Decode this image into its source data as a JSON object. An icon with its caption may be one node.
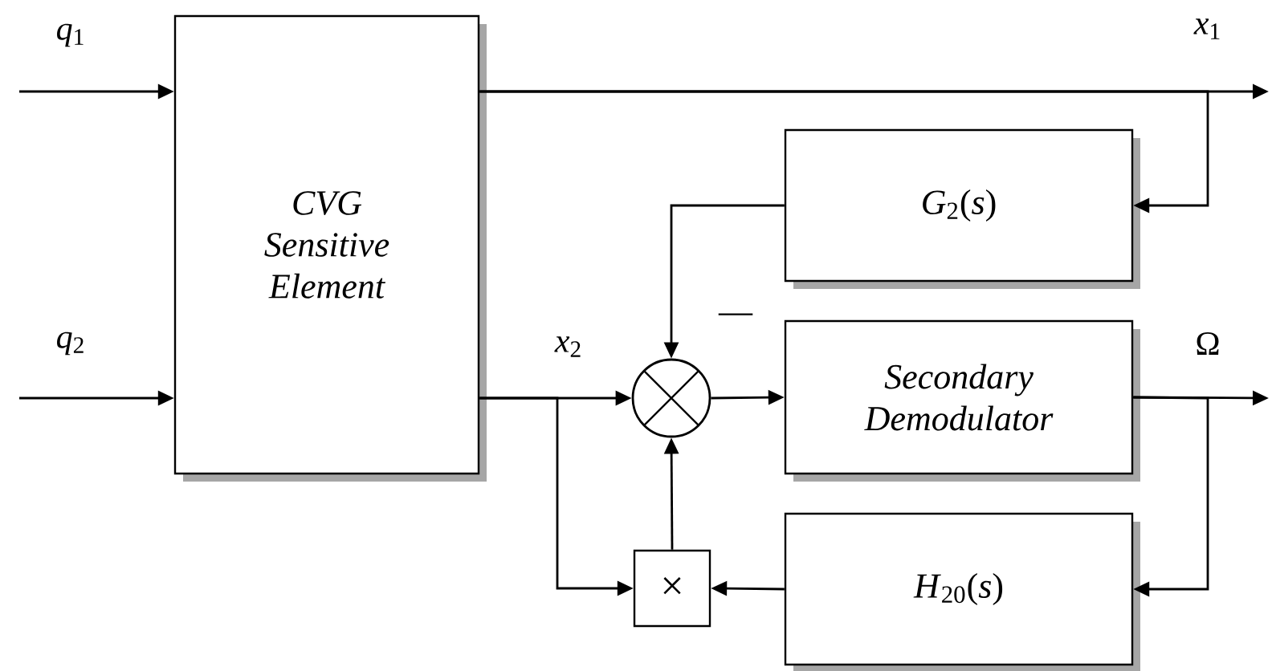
{
  "diagram": {
    "nodes": [
      {
        "text": [
          "CVG Sensitive Element"
        ]
      },
      {
        "text": [
          "*G*$_{2}$(*s*)"
        ]
      },
      {
        "text": [],
        "shape": "circle"
      },
      {
        "text": [
          "Secondary Demodulator"
        ]
      },
      {
        "text": [
          "×"
        ]
      },
      {
        "text": [
          "*H*$_{20}$(*s*)"
        ]
      }
    ],
    "edges": [
      {
        "from": null,
        "to": 0,
        "arrow": "to",
        "label": "*q*$_{1}$"
      },
      {
        "from": null,
        "to": 0,
        "arrow": "to",
        "label": "*q*$_{2}$"
      },
      {
        "from": 0,
        "to": null,
        "arrow": "to",
        "label": "*x*$_{1}$"
      },
      {
        "from": 0,
        "to": 1,
        "arrow": "to"
      },
      {
        "from": 0,
        "to": 2,
        "arrow": "to",
        "label": "*x*$_{2}$"
      },
      {
        "from": 0,
        "to": 4,
        "arrow": "to"
      },
      {
        "from": 1,
        "to": 2,
        "arrow": "to",
        "label": "—"
      },
      {
        "from": 2,
        "to": 3,
        "arrow": "to"
      },
      {
        "from": 3,
        "to": null,
        "arrow": "to",
        "label": "Ω"
      },
      {
        "from": 3,
        "to": 5,
        "arrow": "to"
      },
      {
        "from": 5,
        "to": 4,
        "arrow": "to"
      },
      {
        "from": 4,
        "to": 2,
        "arrow": "to"
      }
    ]
  }
}
